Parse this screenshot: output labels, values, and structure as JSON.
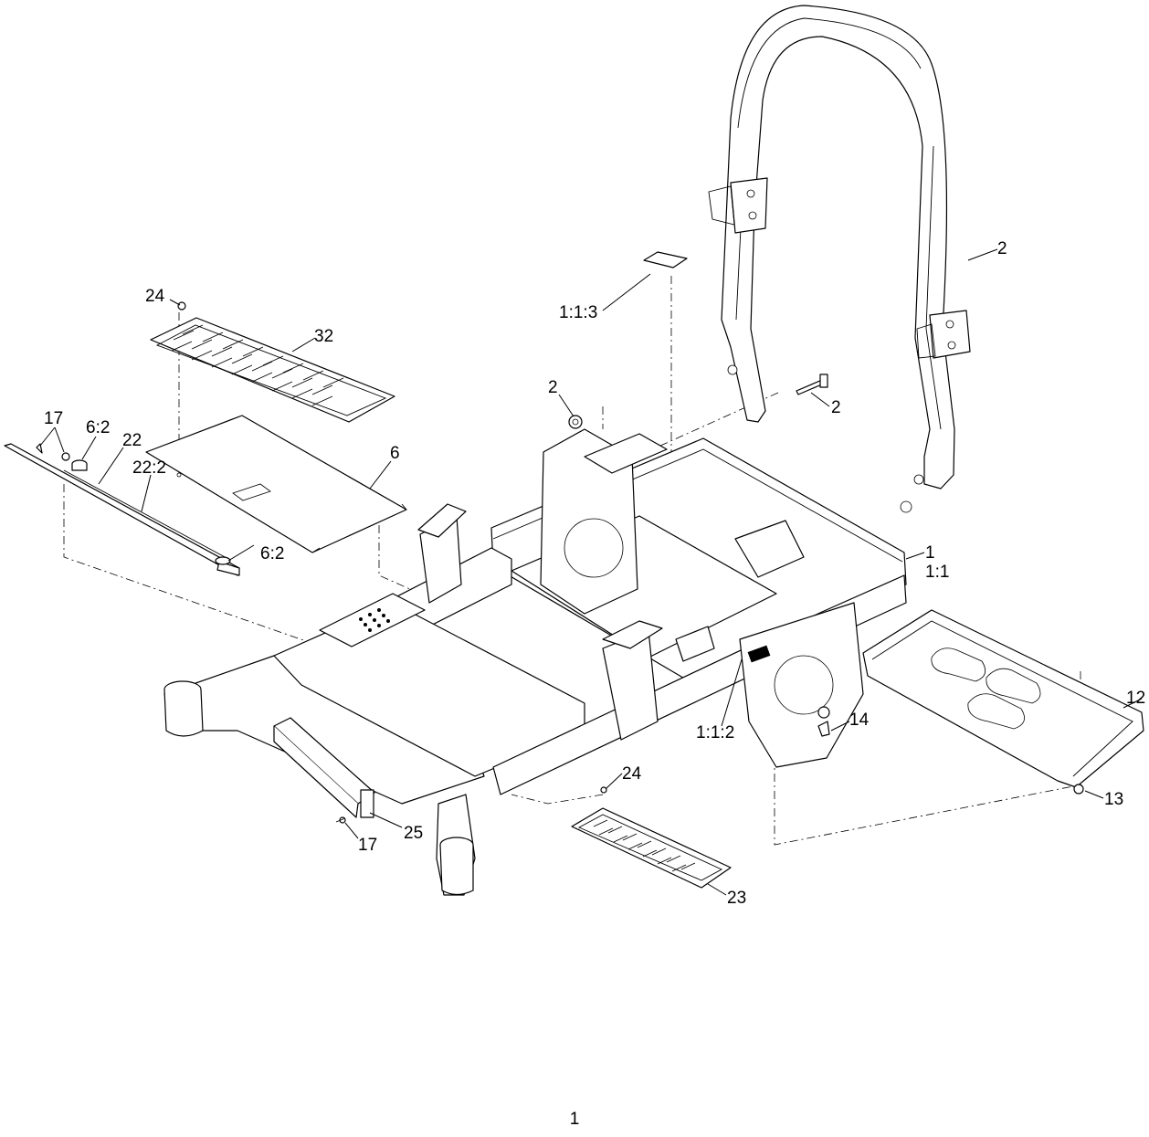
{
  "callouts": {
    "c24_top": "24",
    "c32": "32",
    "c17_top": "17",
    "c6_2_top": "6:2",
    "c22": "22",
    "c22_2": "22:2",
    "c6": "6",
    "c6_2_bottom": "6:2",
    "c1_1_3": "1:1:3",
    "c2_roll": "2",
    "c2_nut": "2",
    "c2_bolt": "2",
    "c1": "1",
    "c1_1": "1:1",
    "c12": "12",
    "c14": "14",
    "c1_1_2": "1:1:2",
    "c13": "13",
    "c24_bottom": "24",
    "c23": "23",
    "c17_bottom": "17",
    "c25": "25"
  },
  "page_number": "1"
}
